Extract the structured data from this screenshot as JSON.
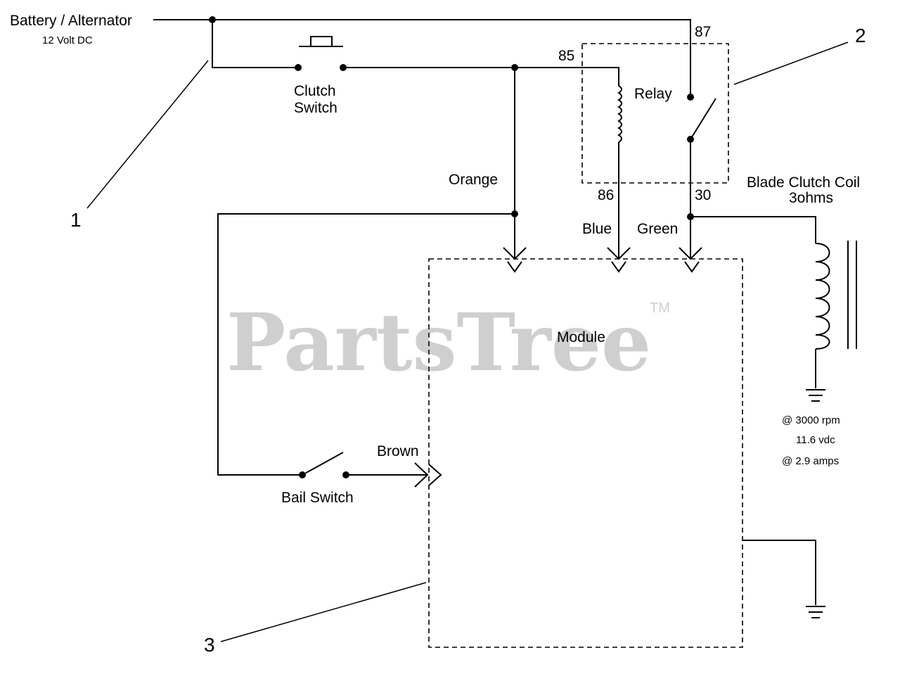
{
  "labels": {
    "battery": "Battery / Alternator",
    "voltage": "12 Volt DC",
    "clutch_switch_line1": "Clutch",
    "clutch_switch_line2": "Switch",
    "relay": "Relay",
    "terminal_85": "85",
    "terminal_86": "86",
    "terminal_87": "87",
    "terminal_30": "30",
    "orange": "Orange",
    "blue": "Blue",
    "green": "Green",
    "brown": "Brown",
    "bail_switch": "Bail Switch",
    "module": "Module",
    "coil_line1": "Blade Clutch Coil",
    "coil_line2": "3ohms",
    "spec_rpm": "@ 3000 rpm",
    "spec_vdc": "11.6 vdc",
    "spec_amps": "@ 2.9 amps"
  },
  "callouts": {
    "c1": "1",
    "c2": "2",
    "c3": "3"
  },
  "watermark": {
    "text": "PartsTree",
    "tm": "TM"
  }
}
